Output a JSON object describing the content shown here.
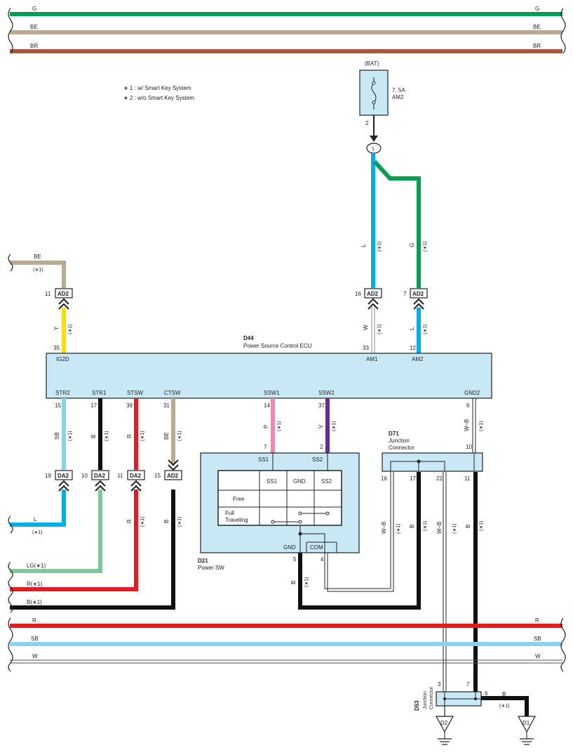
{
  "notes": {
    "note1": "∗ 1 : w/ Smart Key System",
    "note2": "∗ 2 : w/o Smart Key System"
  },
  "bus_top": [
    {
      "code": "G",
      "color": "#00a050"
    },
    {
      "code": "BE",
      "color": "#bba993"
    },
    {
      "code": "BR",
      "color": "#a9553a"
    }
  ],
  "bus_bottom": [
    {
      "code": "R",
      "color": "#e31b23"
    },
    {
      "code": "SB",
      "color": "#8ad2f2"
    },
    {
      "code": "W",
      "color": "#ffffff"
    }
  ],
  "fuse": {
    "source": "(BAT)",
    "rating": "7. 5A",
    "name": "AM2",
    "pin": "2",
    "splice": "1"
  },
  "ecu": {
    "code": "D44",
    "name": "Power Source Control ECU",
    "pins": {
      "ig2d": {
        "label": "IG2D",
        "num": "35"
      },
      "am1": {
        "label": "AM1",
        "num": "33"
      },
      "am2": {
        "label": "AM2",
        "num": "12"
      },
      "str2": {
        "label": "STR2",
        "num": "15"
      },
      "str1": {
        "label": "STR1",
        "num": "17"
      },
      "stsw": {
        "label": "STSW",
        "num": "39"
      },
      "ctsw": {
        "label": "CTSW",
        "num": "31"
      },
      "ssw1": {
        "label": "SSW1",
        "num": "14"
      },
      "ssw2": {
        "label": "SSW2",
        "num": "37"
      },
      "gnd2": {
        "label": "GND2",
        "num": "6"
      }
    }
  },
  "power_sw": {
    "code": "D21",
    "name": "Power SW",
    "ss1": "SS1",
    "ss2": "SS2",
    "gnd": "GND",
    "com": "COM",
    "pin_ss1": "7",
    "pin_ss2": "2",
    "pin_gnd": "5",
    "pin_com": "4",
    "table": {
      "h1": "SS1",
      "h2": "GND",
      "h3": "SS2",
      "r1": "Free",
      "r2a": "Full",
      "r2b": "Traveling"
    }
  },
  "d71": {
    "code": "D71",
    "name1": "Junction",
    "name2": "Connector",
    "pins": [
      "10",
      "16",
      "17",
      "22",
      "11"
    ]
  },
  "d53": {
    "code": "D53",
    "name1": "Junction",
    "name2": "Connector",
    "pins": [
      "3",
      "7",
      "6"
    ]
  },
  "grounds": [
    "D2",
    "D1"
  ],
  "connectors": {
    "ad2": "AD2",
    "da2": "DA2",
    "pins": {
      "be_ad2": "11",
      "am1_ad2": "16",
      "am2_ad2": "7",
      "str2_da2": "19",
      "str1_da2": "10",
      "stsw_da2": "11",
      "ctsw_ad2": "15"
    }
  },
  "wire_codes": {
    "be": "BE",
    "y": "Y",
    "l": "L",
    "g": "G",
    "w": "W",
    "sb": "SB",
    "b": "B",
    "r": "R",
    "p": "P",
    "v": "V",
    "wb": "W–B",
    "lg": "LG(∗1)",
    "r1": "R(∗1)",
    "b1": "B(∗1)"
  },
  "star1": "(∗1)"
}
